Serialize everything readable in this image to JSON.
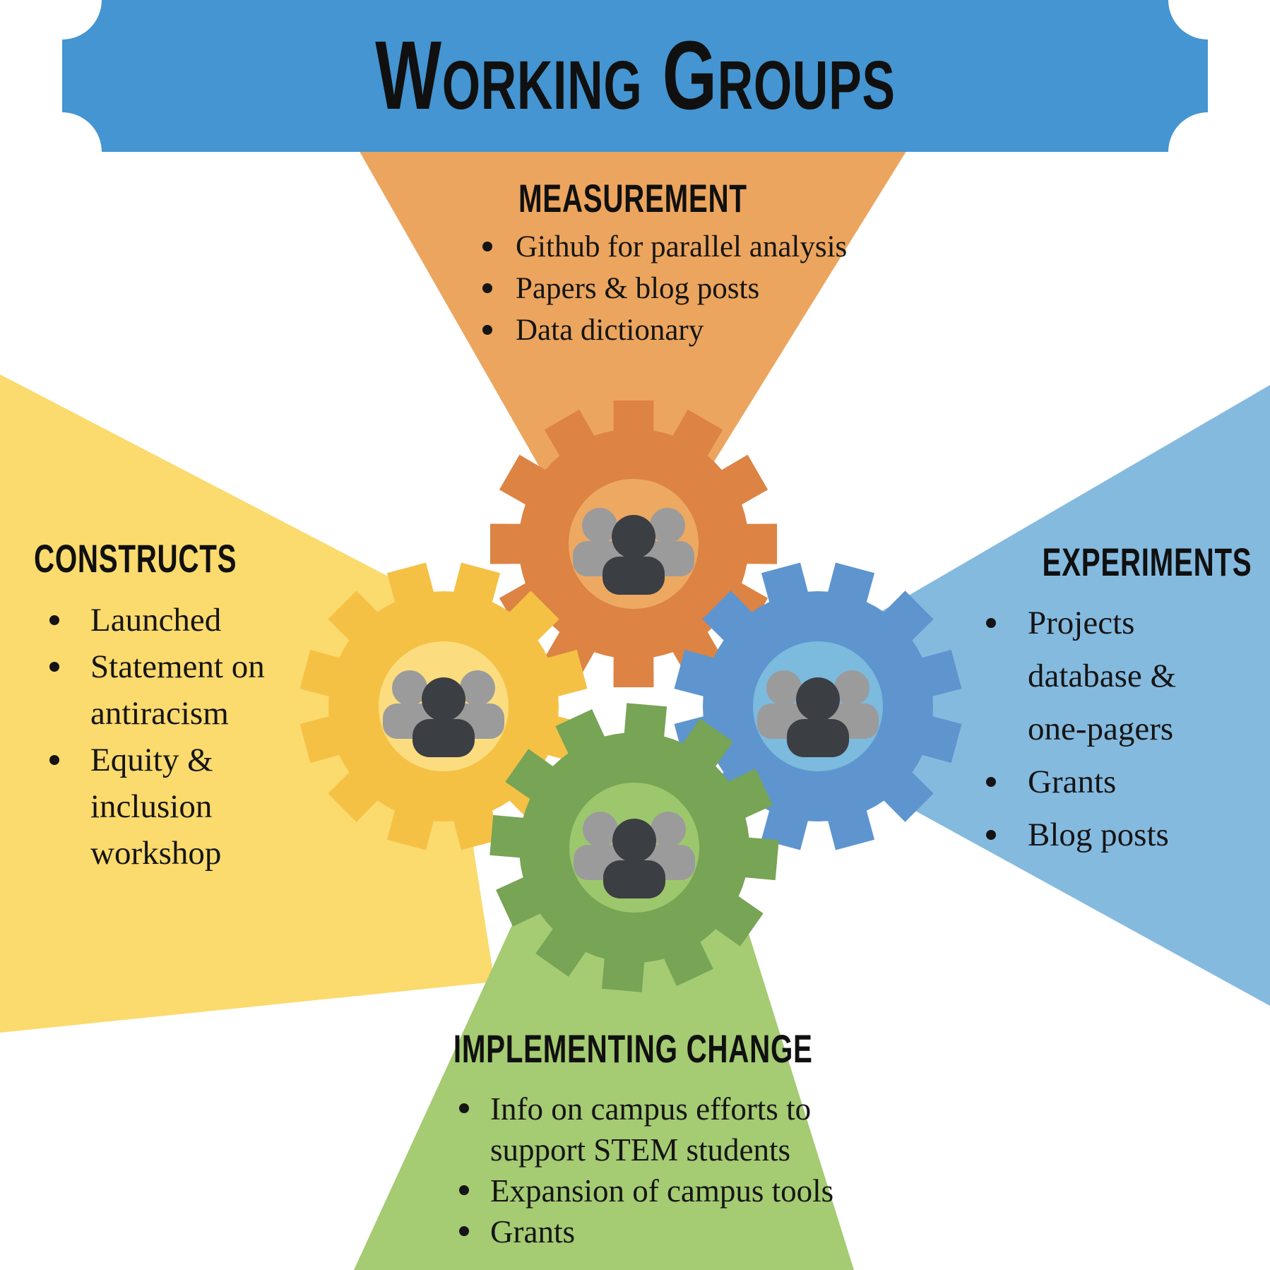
{
  "title": "Working Groups",
  "sections": {
    "measurement": {
      "heading": "MEASUREMENT",
      "items": [
        "Github for parallel analysis",
        "Papers & blog posts",
        "Data dictionary"
      ]
    },
    "constructs": {
      "heading": "CONSTRUCTS",
      "items": [
        "Launched",
        "Statement on antiracism",
        "Equity & inclusion workshop"
      ]
    },
    "experiments": {
      "heading": "EXPERIMENTS",
      "items": [
        "Projects database & one-pagers",
        "Grants",
        "Blog posts"
      ]
    },
    "implementing": {
      "heading": "IMPLEMENTING CHANGE",
      "items": [
        "Info on campus efforts to support STEM students",
        "Expansion of campus tools",
        "Grants"
      ]
    }
  },
  "icons": {
    "measurement": "gear-icon with people-icon",
    "constructs": "gear-icon with people-icon",
    "experiments": "gear-icon with people-icon",
    "implementing": "gear-icon with people-icon"
  },
  "colors": {
    "banner": "#4495d1",
    "text": "#151515",
    "person_dark": "#3b3e43",
    "person_gray": "#9b9b9b",
    "measurement": {
      "wedge": "#eca55e",
      "gear": "#dd8343",
      "inner": "#eda961"
    },
    "constructs": {
      "wedge": "#fbda6e",
      "gear": "#f5c145",
      "inner": "#fbdd80"
    },
    "experiments": {
      "wedge": "#85badf",
      "gear": "#5e95cf",
      "inner": "#7cbade"
    },
    "implementing": {
      "wedge": "#a5cb73",
      "gear": "#77a455",
      "inner": "#9dc76c"
    }
  }
}
